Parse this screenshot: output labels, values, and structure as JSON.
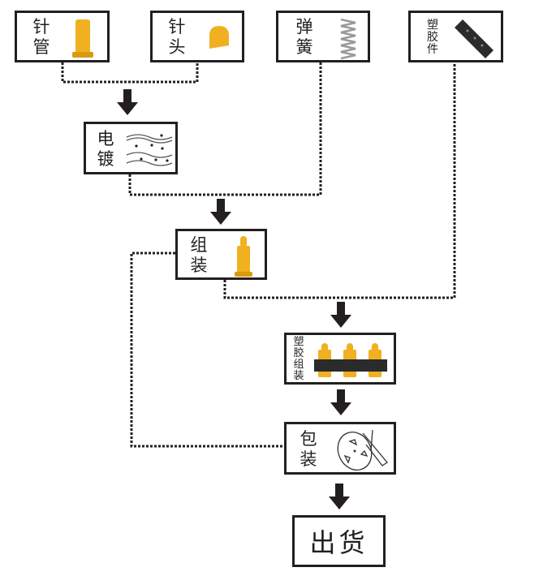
{
  "nodes": {
    "pin_tube": {
      "label": "针管",
      "icon": "pin-tube-icon"
    },
    "pin_head": {
      "label": "针头",
      "icon": "pin-head-icon"
    },
    "spring": {
      "label": "弹簧",
      "icon": "spring-icon"
    },
    "plastic_part": {
      "label": "塑胶件",
      "icon": "plastic-part-icon"
    },
    "plating": {
      "label": "电镀",
      "icon": "plating-waves-icon"
    },
    "assembly": {
      "label": "组装",
      "icon": "pogo-pin-icon"
    },
    "plastic_assembly": {
      "label": "塑胶组装",
      "icon": "pogo-pin-array-icon"
    },
    "packaging": {
      "label": "包装",
      "icon": "tape-reel-icon"
    },
    "shipping": {
      "label": "出货"
    }
  },
  "colors": {
    "line": "#231f20",
    "gold": "#f0b020",
    "plastic": "#2b2b2b"
  }
}
